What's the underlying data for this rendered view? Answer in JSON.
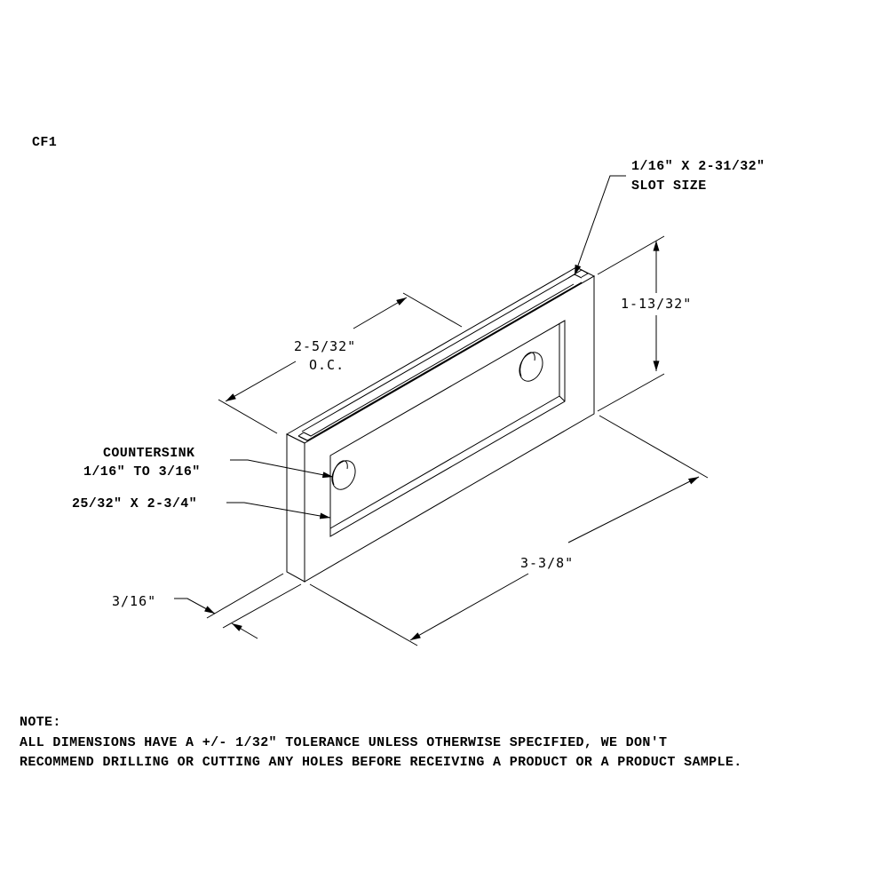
{
  "drawing": {
    "part_id": "CF1",
    "callouts": {
      "slot_size_line1": "1/16\" X 2-31/32\"",
      "slot_size_line2": "SLOT SIZE",
      "countersink_line1": "COUNTERSINK",
      "countersink_line2": "1/16\" TO 3/16\"",
      "recess_size": "25/32\" X 2-3/4\""
    },
    "dimensions": {
      "height": "1-13/32\"",
      "hole_spacing": "2-5/32\"",
      "hole_spacing_note": "O.C.",
      "length": "3-3/8\"",
      "thickness": "3/16\""
    },
    "colors": {
      "line": "#000000",
      "background": "#ffffff"
    }
  },
  "note": {
    "title": "NOTE:",
    "line1": "ALL DIMENSIONS HAVE A +/- 1/32\" TOLERANCE UNLESS OTHERWISE SPECIFIED, WE DON'T",
    "line2": "RECOMMEND DRILLING OR CUTTING ANY HOLES BEFORE RECEIVING A PRODUCT OR A PRODUCT SAMPLE."
  }
}
